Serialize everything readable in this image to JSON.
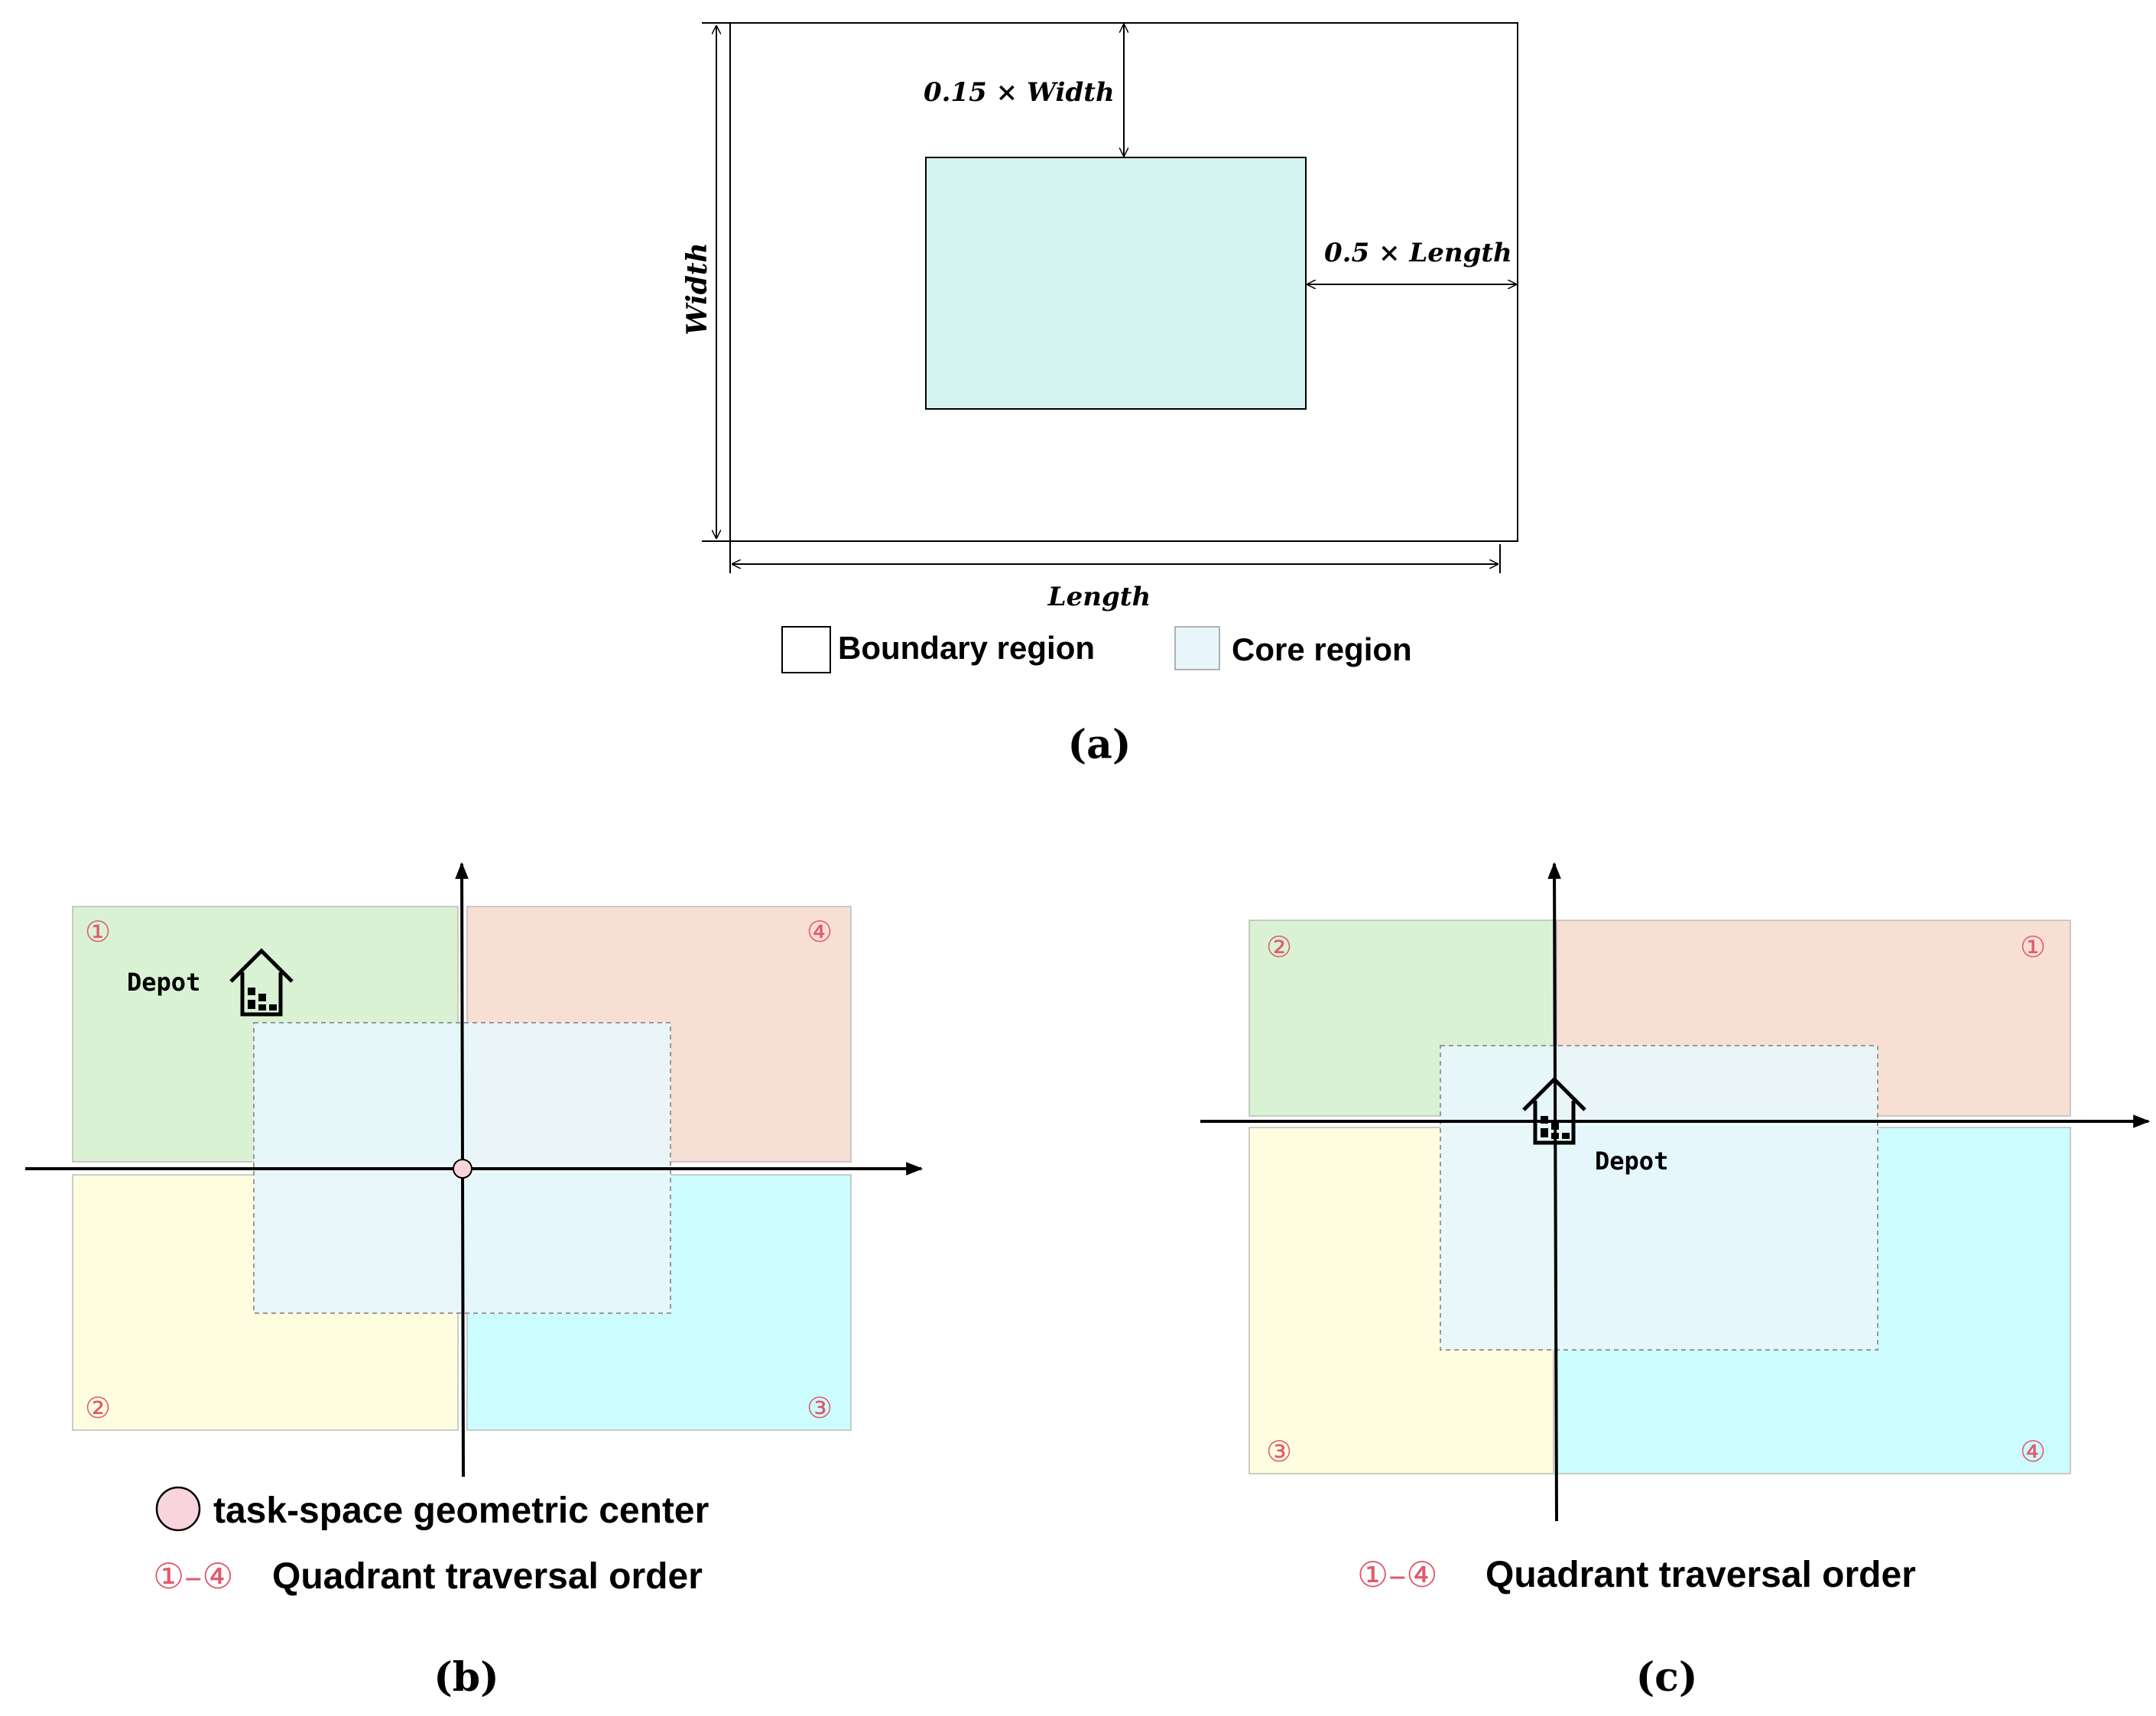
{
  "panel_a": {
    "caption": "(a)",
    "top_margin_label": "0.15 × Width",
    "right_margin_label": "0.5 × Length",
    "width_label": "Width",
    "length_label": "Length",
    "legend": {
      "boundary": "Boundary region",
      "core": "Core region"
    }
  },
  "panel_b": {
    "caption": "(b)",
    "depot_label": "Depot",
    "quadrants": [
      "①",
      "④",
      "②",
      "③"
    ],
    "legend": {
      "center": "task-space geometric center",
      "order_symbol": "①–④",
      "order": "Quadrant traversal order"
    }
  },
  "panel_c": {
    "caption": "(c)",
    "depot_label": "Depot",
    "quadrants": [
      "②",
      "①",
      "③",
      "④"
    ],
    "legend": {
      "order_symbol": "①–④",
      "order": "Quadrant traversal order"
    }
  },
  "colors": {
    "core": "#d4f3f0",
    "core_light": "#e8f6fb",
    "green": "#d9f2d3",
    "salmon": "#f8dfd3",
    "yellow": "#fefde0",
    "cyan": "#ccfcfd",
    "red_label": "#e05a6d",
    "center_dot": "#f8d4dc"
  }
}
